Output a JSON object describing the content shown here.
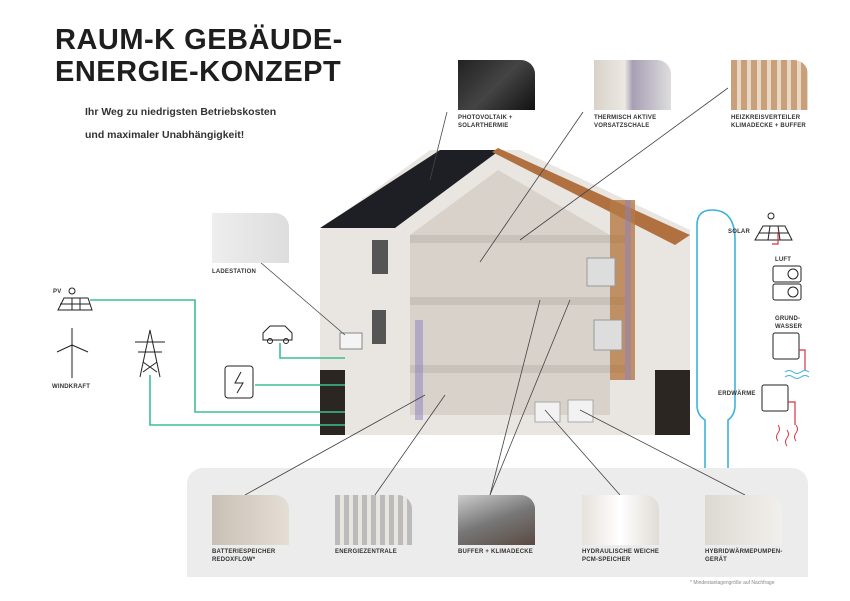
{
  "title": {
    "line1": "RAUM-K GEBÄUDE-",
    "line2": "ENERGIE-KONZEPT"
  },
  "subtitle": {
    "line1": "Ihr Weg zu niedrigsten Betriebskosten",
    "line2": "und maximaler Unabhängigkeit!"
  },
  "top_items": [
    {
      "line1": "PHOTOVOLTAIK  +",
      "line2": "SOLARTHERMIE"
    },
    {
      "line1": "THERMISCH  AKTIVE",
      "line2": "VORSATZSCHALE"
    },
    {
      "line1": "HEIZKREISVERTEILER",
      "line2": "KLIMADECKE  + BUFFER"
    }
  ],
  "ladestation": "LADESTATION",
  "left": {
    "pv": "PV",
    "wind": "WINDKRAFT"
  },
  "right": {
    "solar": "SOLAR",
    "luft": "LUFT",
    "grund1": "GRUND-",
    "grund2": "WASSER",
    "erd": "ERDWÄRME"
  },
  "bottom_items": [
    {
      "line1": "BATTERIESPEICHER",
      "line2": "REDOXFLOW*"
    },
    {
      "line1": "ENERGIEZENTRALE",
      "line2": ""
    },
    {
      "line1": "BUFFER  + KLIMADECKE",
      "line2": ""
    },
    {
      "line1": "HYDRAULISCHE  WEICHE",
      "line2": "PCM-SPEICHER"
    },
    {
      "line1": "HYBRIDWÄRMEPUMPEN-",
      "line2": "GERÄT"
    }
  ],
  "footnote": "* Mindestanlagengröße  auf Nachfrage",
  "colors": {
    "green": "#3dbf8f",
    "blue": "#3bb3d8",
    "red": "#d8333f",
    "panel": "#ececec"
  }
}
